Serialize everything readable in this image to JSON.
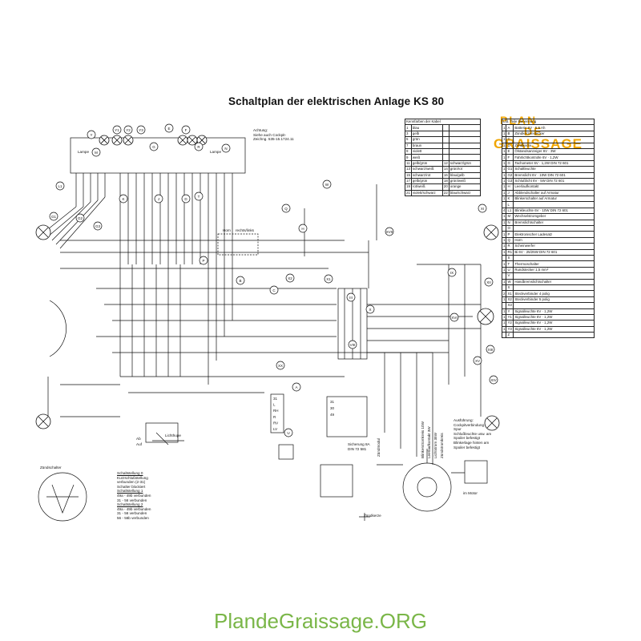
{
  "title": "Schaltplan der elektrischen Anlage KS 80",
  "watermark": "PlandeGraissage.ORG",
  "logo": {
    "line1": "PLAN",
    "line2": "DE",
    "line3": "GRAISSAGE"
  },
  "color_key": {
    "header_left": "Kennfarben der Kabel",
    "rows": [
      [
        "1",
        "blau",
        "",
        ""
      ],
      [
        "3",
        "gelb",
        "",
        ""
      ],
      [
        "5",
        "grün",
        "",
        ""
      ],
      [
        "7",
        "braun",
        "",
        ""
      ],
      [
        "9",
        "violett",
        "",
        ""
      ],
      [
        "9",
        "weiß",
        "",
        ""
      ],
      [
        "11",
        "gelb/grün",
        "12",
        "schwarz/grün"
      ],
      [
        "13",
        "schwarz/weiß",
        "14",
        "grün/rot"
      ],
      [
        "15",
        "schwarz/rot",
        "16",
        "blau/gelb"
      ],
      [
        "17",
        "gelb/grün",
        "18",
        "grün/weiß"
      ],
      [
        "19",
        "rot/weiß",
        "20",
        "orange"
      ],
      [
        "21",
        "violett/schwarz",
        "22",
        "blau/schwarz"
      ]
    ]
  },
  "legend": {
    "header": "Lfd. Teile Benennung",
    "rows": [
      [
        "1",
        "A",
        "Batterie 6V · 5,5 Ah"
      ],
      [
        "1",
        "B",
        "Zündkerzenstecker"
      ],
      [
        "1",
        "C",
        ""
      ],
      [
        "1",
        "D",
        "Zündkerze"
      ],
      [
        "1",
        "E",
        "Ölstandsanzeiger 6V · 3W"
      ],
      [
        "1",
        "F",
        "Fahrlichtkontrolle 6V · 1,2W"
      ],
      [
        "1",
        "G",
        "Tachometer 6V · 1,2W DIN 72 601"
      ],
      [
        "1",
        "G1",
        "Schaltleuchte"
      ],
      [
        "1",
        "G2",
        "Bremslicht 6V · 10W DIN 72 601"
      ],
      [
        "1",
        "G3",
        "Schlußlicht 6V · 5W DIN 72 601"
      ],
      [
        "1",
        "H",
        "Leerlaufkontakt"
      ],
      [
        "1",
        "J",
        "Abblendschalter auf Armatur"
      ],
      [
        "1",
        "K",
        "Blinkerschalter auf Armatur"
      ],
      [
        "",
        "L",
        ""
      ],
      [
        "4",
        "L1",
        "Blinkleuchte 6V · 10W DIN 72 601"
      ],
      [
        "1",
        "M",
        "Wechselstromgeber"
      ],
      [
        "1",
        "N",
        "Bremslichtschalter"
      ],
      [
        "",
        "O",
        ""
      ],
      [
        "1",
        "P",
        "Elektronischer Ladesatz"
      ],
      [
        "1",
        "Q",
        "Horn"
      ],
      [
        "1",
        "R",
        "Scheinwerfer"
      ],
      [
        "1",
        "R1",
        "Bi 6V · 25/25W DIN 72 601"
      ],
      [
        "",
        "S",
        ""
      ],
      [
        "1",
        "T",
        "Thermoschalter"
      ],
      [
        "1",
        "U",
        "Rundstecker 1,5 mm²"
      ],
      [
        "",
        "V",
        ""
      ],
      [
        "1",
        "W",
        "Handbremslichtschalter"
      ],
      [
        "",
        "X",
        ""
      ],
      [
        "2",
        "X1",
        "Steckverbinder 4 polig"
      ],
      [
        "1",
        "X2",
        "Steckverbinder 5 polig"
      ],
      [
        "",
        "X3",
        ""
      ],
      [
        "1",
        "Y",
        "Signalleuchte 6V · 1,2W"
      ],
      [
        "1",
        "Y1",
        "Signalleuchte 6V · 1,2W"
      ],
      [
        "1",
        "Y2",
        "Signalleuchte 6V · 1,2W"
      ],
      [
        "1",
        "Y3",
        "Signalleuchte 6V · 1,2W"
      ],
      [
        "",
        "Z",
        ""
      ]
    ]
  },
  "notes": {
    "achtung": [
      "Achtung:",
      "Siehe auch Cockpit-",
      "Zeichng. 535-15.1724.11"
    ],
    "lampe_left": "Lampe",
    "lampe_right": "Lampe",
    "horn": "Horn",
    "rechts_links": "rechts/links",
    "lichthupe": "Lichthupe",
    "ab": "Ab",
    "auf": "Auf",
    "sicherung": [
      "Sicherung 8A",
      "DIN 72 581"
    ],
    "ausfuehrung": [
      "Ausführung:",
      "Cockpitverbindung",
      "Spur",
      "Schlußleuchte usw. am",
      "Spoiler befestigt",
      "Blinkerlage hinten am",
      "Spoiler befestigt"
    ],
    "im_motor": "im Motor",
    "zuendkerze": "Zündkerze",
    "zuendschalter": "Zündschalter",
    "schaltstellung": [
      "Schaltstellung 0",
      "Kurzschlußstellung",
      "verbunden (2-31)",
      "Schalter blockiert",
      "Schaltstellung 1",
      "49a - 49b verbunden",
      "31 - 56 verbunden",
      "Schaltstellung 2",
      "49a - 49b verbunden",
      "31 - 56 verbunden",
      "56 - 56b verbunden"
    ],
    "zuendmodul": "Zündmodul",
    "vertical_labels": [
      "Blinkerstromkreis 10W",
      "Leerlaufkontakt 3W",
      "Lichtstrom 35W",
      "Zündstromkreis"
    ],
    "terminal_block": [
      "31",
      "L",
      "RH",
      "R",
      "RV",
      "LV"
    ],
    "fuse_terms": [
      "31",
      "30",
      "49"
    ]
  },
  "marker_labels": [
    "Y",
    "Y1",
    "Y2",
    "Y3",
    "E",
    "F",
    "G",
    "R",
    "M",
    "N",
    "W",
    "Q",
    "H",
    "T",
    "L1",
    "G1",
    "G2",
    "G3",
    "K",
    "J",
    "D",
    "P",
    "B",
    "C",
    "X1",
    "X2",
    "III",
    "VIII",
    "IX",
    "XI",
    "XII",
    "XIII",
    "XIV",
    "XV",
    "XVI",
    "XVII",
    "X",
    "XX",
    "A",
    "U"
  ]
}
